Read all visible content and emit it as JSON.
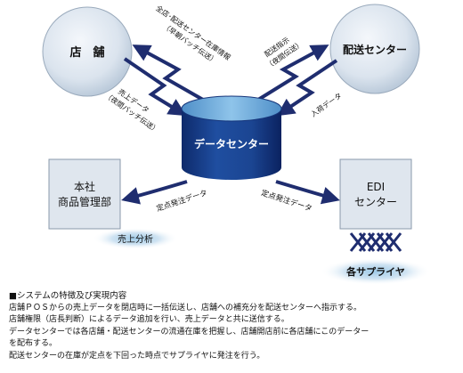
{
  "nodes": {
    "store": "店　舗",
    "distribution_center": "配送センター",
    "data_center": "データセンター",
    "head_office_line1": "本社",
    "head_office_line2": "商品管理部",
    "edi_line1": "EDI",
    "edi_line2": "センター",
    "suppliers": "各サプライヤ"
  },
  "labels": {
    "inventory_line1": "全店･配送センター在庫情報",
    "inventory_line2": "（早朝バッチ伝送）",
    "shipping_instruction_line1": "配送指示",
    "shipping_instruction_line2": "（夜間伝送）",
    "sales_data_line1": "売上データ",
    "sales_data_line2": "（夜間バッチ伝送）",
    "receiving_data": "入荷データ",
    "order_data_left": "定点発注データ",
    "order_data_right": "定点発注データ",
    "sales_analysis": "売上分析"
  },
  "description": {
    "heading": "■システムの特徴及び実現内容",
    "lines": [
      "店舗ＰＯＳからの売上データを閉店時に一括伝送し、店舗への補充分を配送センターへ指示する。",
      "店舗権限（店長判断）によるデータ追加を行い、売上データと共に送信する。",
      "データセンターでは各店舗・配送センターの流通在庫を把握し、店舗開店前に各店舗にこのデーター",
      "を配布する。",
      "配送センターの在庫が定点を下回った時点でサプライヤに発注を行う。"
    ]
  }
}
